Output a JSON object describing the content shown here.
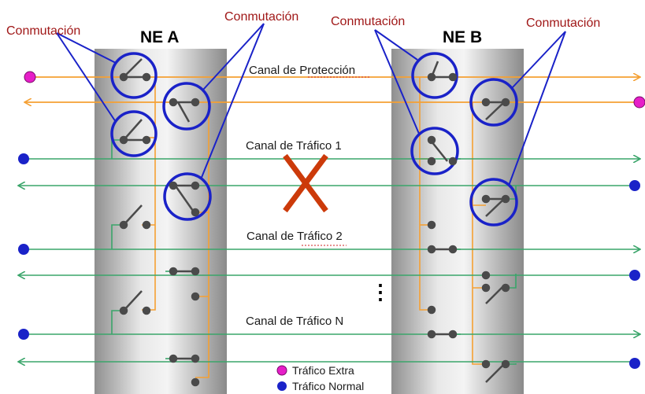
{
  "ne_a": {
    "title": "NE A"
  },
  "ne_b": {
    "title": "NE B"
  },
  "conmutacion_labels": [
    "Conmutación",
    "Conmutación",
    "Conmutación",
    "Conmutación"
  ],
  "channels": {
    "proteccion": "Canal de Protección",
    "trafico_1": "Canal de Tráfico 1",
    "trafico_2": "Canal de Tráfico 2",
    "trafico_n": "Canal de Tráfico N"
  },
  "ellipsis": "⋮",
  "legend": {
    "extra": "Tráfico Extra",
    "normal": "Tráfico Normal"
  },
  "colors": {
    "orange": "#f5a033",
    "green": "#3aa56a",
    "blue": "#1a22c8",
    "magenta": "#e61ec8",
    "dark_red": "#a01818",
    "cross": "#cc3a0a",
    "switch": "#4a4a4a"
  },
  "icons": {
    "failure_marker": "cross-icon",
    "switch": "switch-icon"
  }
}
